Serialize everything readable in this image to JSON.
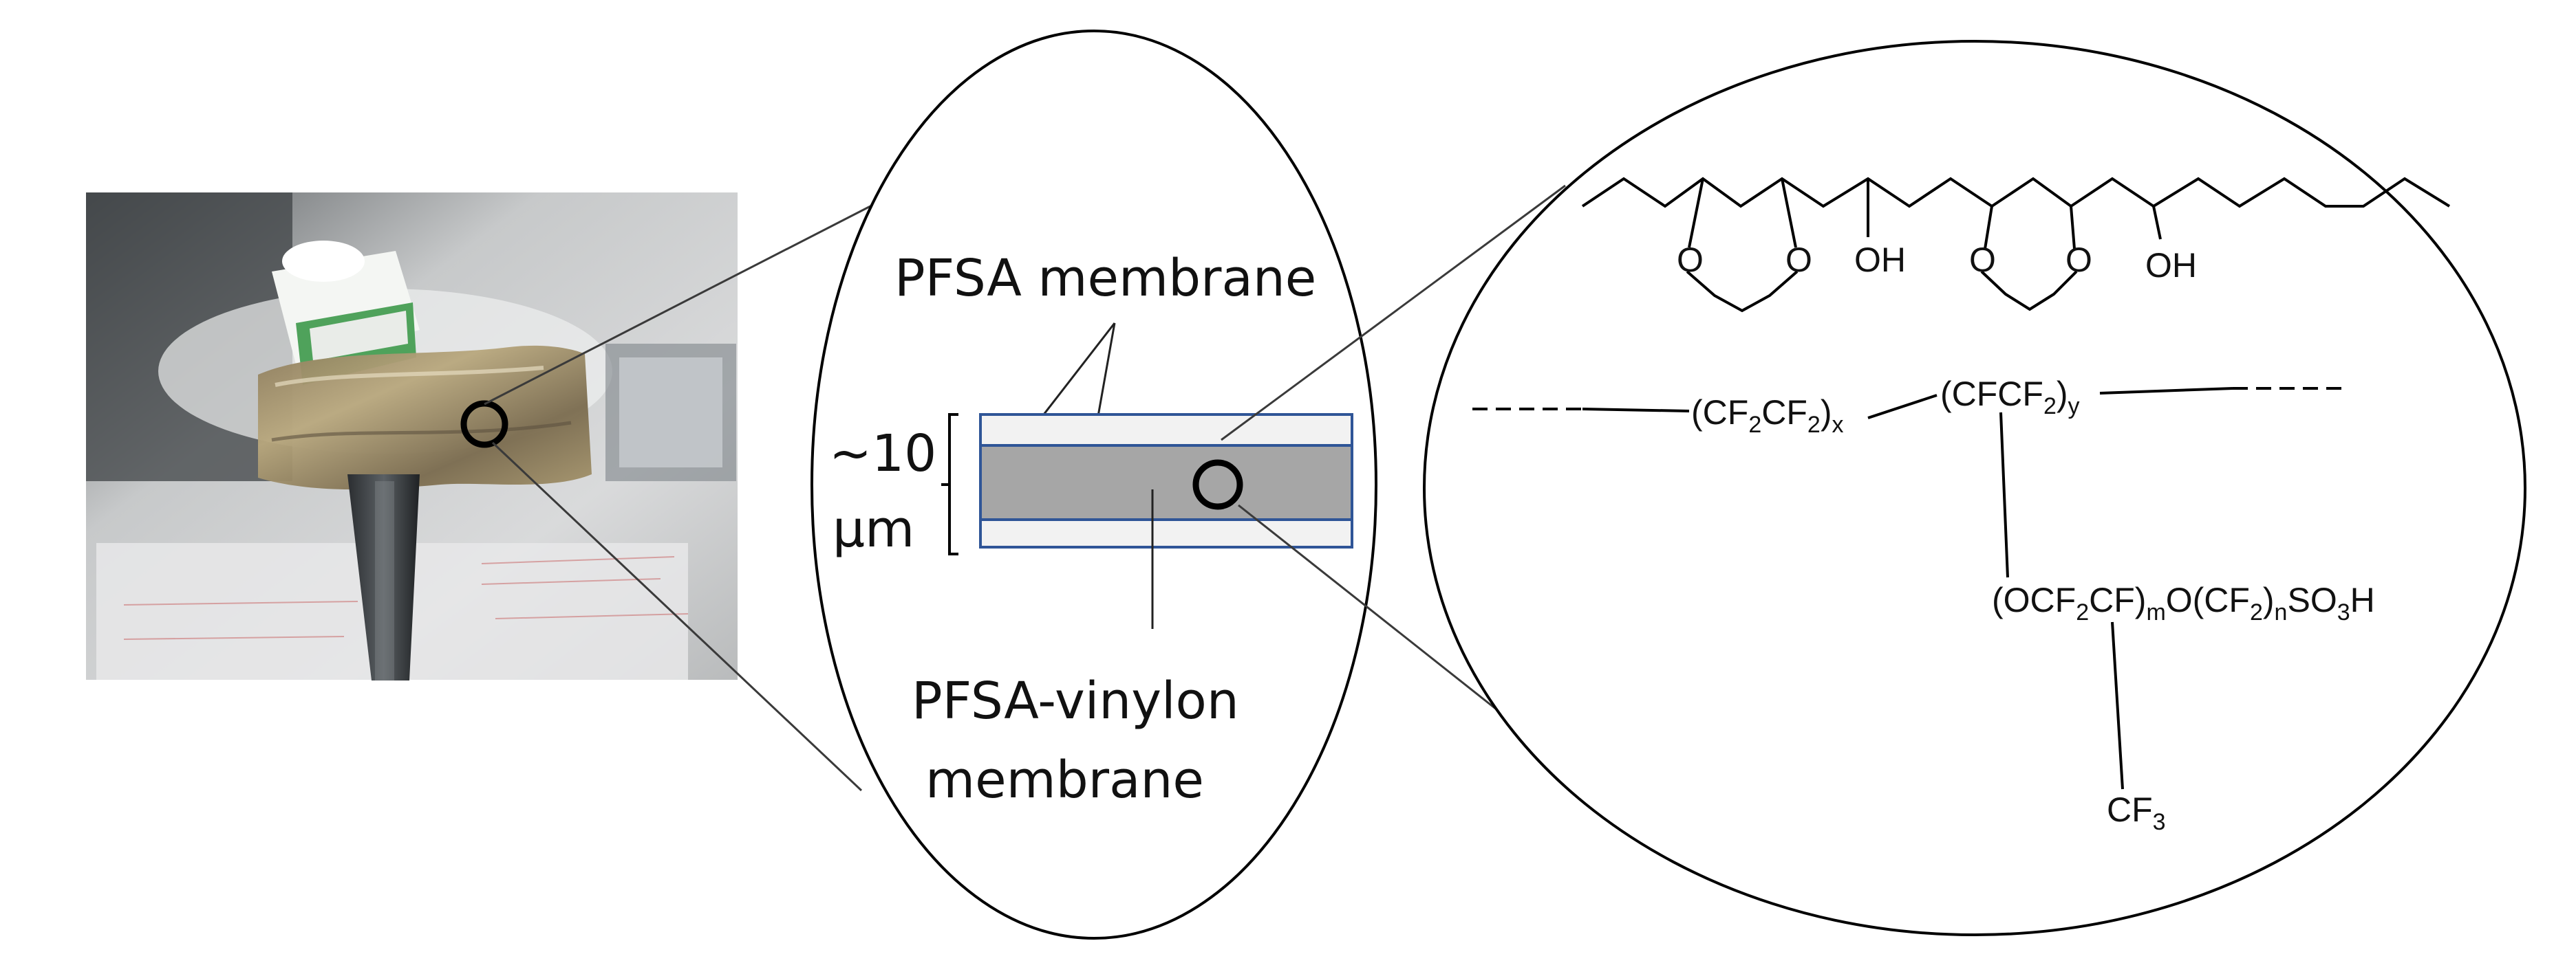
{
  "photo": {
    "alt": "Photograph of a flexible PFSA-vinylon membrane held by tweezers"
  },
  "cross_section": {
    "top_label": "PFSA membrane",
    "thickness_value": "~10",
    "thickness_unit": "µm",
    "bottom_label_line1": "PFSA-vinylon",
    "bottom_label_line2": "membrane"
  },
  "structures": {
    "vinylon": {
      "hydroxyl_label_1": "OH",
      "hydroxyl_label_2": "OH",
      "ring_oxygen": "O"
    },
    "pfsa": {
      "unit_x_open": "(CF",
      "unit_x_sub1": "2",
      "unit_x_mid": "CF",
      "unit_x_sub2": "2",
      "unit_x_close": ")",
      "unit_x_index": "x",
      "unit_y_open": "(CFCF",
      "unit_y_sub": "2",
      "unit_y_close": ")",
      "unit_y_index": "y",
      "side_chain_a": "(OCF",
      "side_chain_a_sub": "2",
      "side_chain_b": "CF)",
      "side_chain_m": "m",
      "side_chain_c": "O(CF",
      "side_chain_c_sub": "2",
      "side_chain_d": ")",
      "side_chain_n": "n",
      "side_chain_e": "SO",
      "side_chain_e_sub": "3",
      "side_chain_f": "H",
      "branch_cf": "CF",
      "branch_cf_sub": "3"
    }
  },
  "colors": {
    "membrane_outer_fill": "#f2f2f2",
    "membrane_core_fill": "#a6a6a6",
    "membrane_outline": "#2f5597"
  }
}
